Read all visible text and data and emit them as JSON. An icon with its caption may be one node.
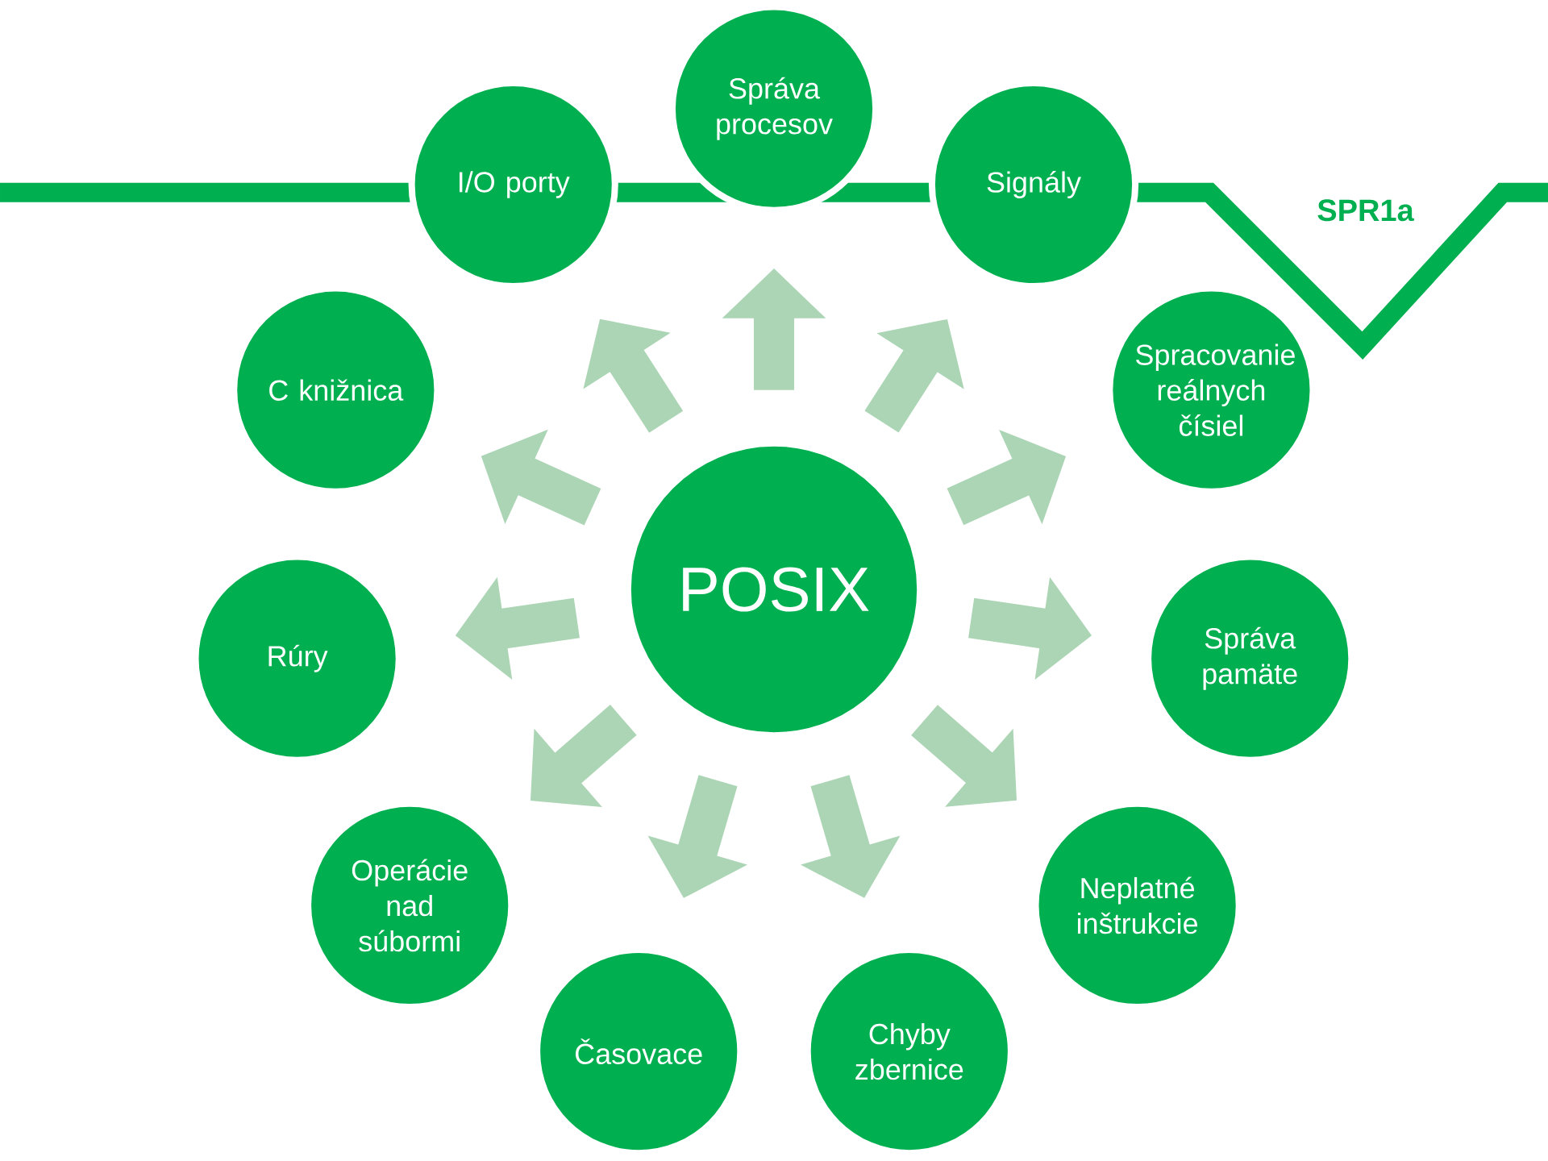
{
  "diagram": {
    "nodes": [
      {
        "text": [
          "POSIX"
        ]
      },
      {
        "text": [
          "Správa procesov"
        ]
      },
      {
        "text": [
          "I/O porty"
        ]
      },
      {
        "text": [
          "Signály"
        ]
      },
      {
        "text": [
          "C knižnica"
        ]
      },
      {
        "text": [
          "Spracovanie reálnych čísiel"
        ]
      },
      {
        "text": [
          "Rúry"
        ]
      },
      {
        "text": [
          "Správa pamäte"
        ]
      },
      {
        "text": [
          "Operácie nad súbormi"
        ]
      },
      {
        "text": [
          "Neplatné inštrukcie"
        ]
      },
      {
        "text": [
          "Časovace"
        ]
      },
      {
        "text": [
          "Chyby zbernice"
        ]
      }
    ],
    "edges": [
      {
        "from": 0,
        "to": 1,
        "arrow": "to"
      },
      {
        "from": 0,
        "to": 2,
        "arrow": "to"
      },
      {
        "from": 0,
        "to": 3,
        "arrow": "to"
      },
      {
        "from": 0,
        "to": 4,
        "arrow": "to"
      },
      {
        "from": 0,
        "to": 5,
        "arrow": "to"
      },
      {
        "from": 0,
        "to": 6,
        "arrow": "to"
      },
      {
        "from": 0,
        "to": 7,
        "arrow": "to"
      },
      {
        "from": 0,
        "to": 8,
        "arrow": "to"
      },
      {
        "from": 0,
        "to": 9,
        "arrow": "to"
      },
      {
        "from": 0,
        "to": 10,
        "arrow": "to"
      },
      {
        "from": 0,
        "to": 11,
        "arrow": "to"
      }
    ],
    "labels": [
      "SPR1a"
    ]
  }
}
